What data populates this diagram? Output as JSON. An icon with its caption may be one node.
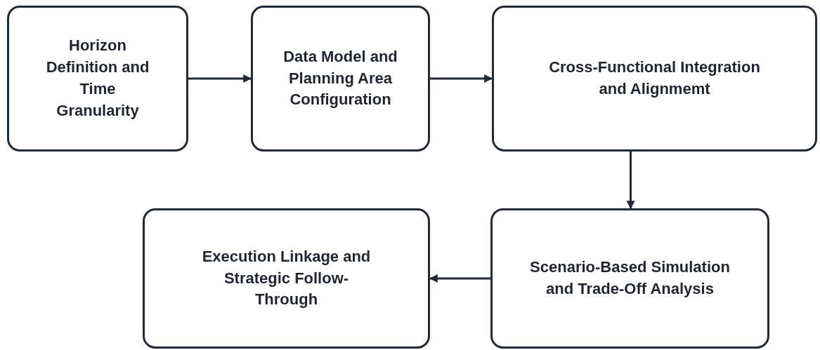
{
  "diagram": {
    "nodes": [
      {
        "text": [
          "Horizon Definition and Time Granularity"
        ]
      },
      {
        "text": [
          "Data Model and Planning Area Configuration"
        ]
      },
      {
        "text": [
          "Cross-Functional Integration and Alignmemt"
        ]
      },
      {
        "text": [
          "Scenario-Based Simulation and Trade-Off Analysis"
        ]
      },
      {
        "text": [
          "Execution Linkage and Strategic Follow-Through"
        ]
      }
    ],
    "edges": [
      {
        "from": 0,
        "to": 1,
        "arrow": "to"
      },
      {
        "from": 1,
        "to": 2,
        "arrow": "to"
      },
      {
        "from": 2,
        "to": 3,
        "arrow": "to"
      },
      {
        "from": 3,
        "to": 4,
        "arrow": "to"
      }
    ]
  }
}
